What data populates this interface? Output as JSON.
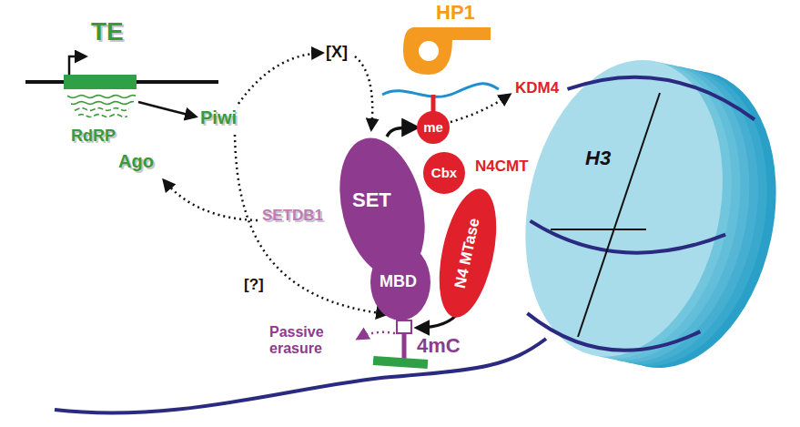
{
  "diagram": {
    "nodes": [
      {
        "text": [
          "TE"
        ]
      },
      {
        "text": [
          "HP1"
        ]
      },
      {
        "text": [
          "me"
        ]
      },
      {
        "text": [
          "SET",
          "MBD"
        ]
      },
      {
        "text": [
          "N4CMT",
          "Cbx",
          "N4 MTase"
        ]
      },
      {
        "text": [
          "H3"
        ]
      }
    ],
    "edges": [
      {
        "from": 3,
        "to": 2,
        "arrow": "to"
      }
    ],
    "labels": [
      "RdRP",
      "Ago",
      "Piwi",
      "[X]",
      "KDM4",
      "SETDB1",
      "[?]",
      "Passive erasure",
      "4mC"
    ]
  }
}
